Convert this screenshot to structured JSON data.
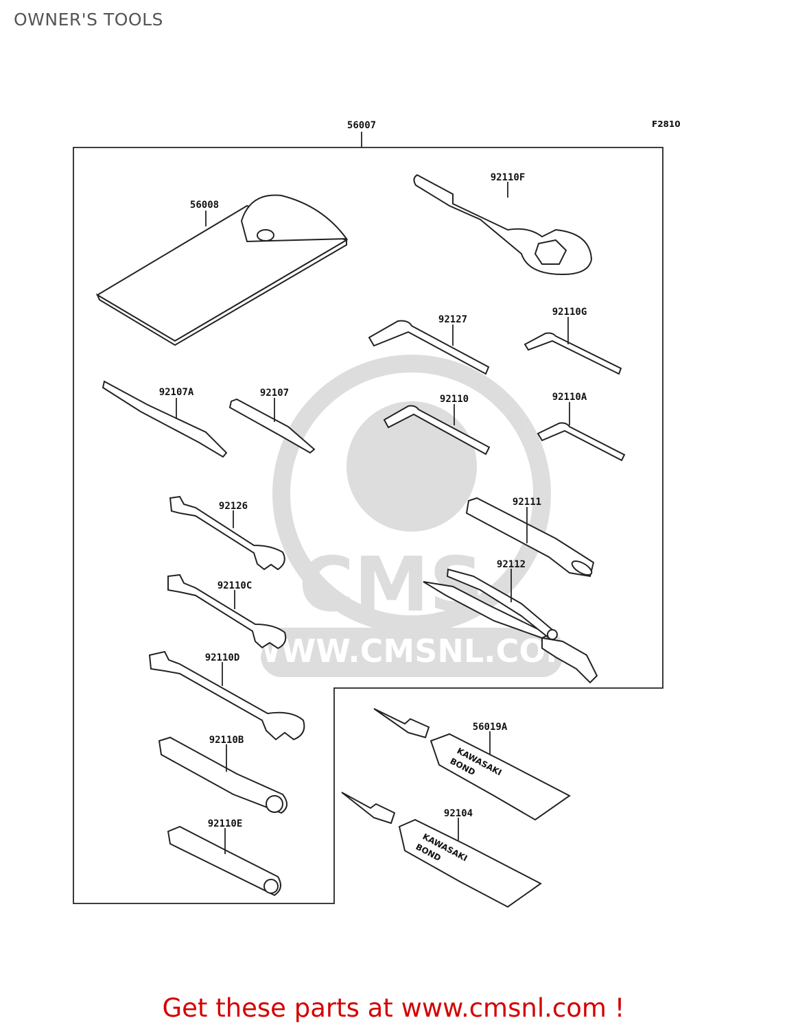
{
  "header": {
    "title": "OWNER'S TOOLS"
  },
  "diagram": {
    "figure_code": "F2810",
    "assembly_label": "56007",
    "watermark": {
      "text_big": "CMS",
      "text_url": "WWW.CMSNL.COM"
    },
    "parts": [
      {
        "id": "56008",
        "label": "56008"
      },
      {
        "id": "92110F",
        "label": "92110F"
      },
      {
        "id": "92127",
        "label": "92127"
      },
      {
        "id": "92110G",
        "label": "92110G"
      },
      {
        "id": "92107A",
        "label": "92107A"
      },
      {
        "id": "92107",
        "label": "92107"
      },
      {
        "id": "92110",
        "label": "92110"
      },
      {
        "id": "92110A",
        "label": "92110A"
      },
      {
        "id": "92126",
        "label": "92126"
      },
      {
        "id": "92111",
        "label": "92111"
      },
      {
        "id": "92110C",
        "label": "92110C"
      },
      {
        "id": "92112",
        "label": "92112"
      },
      {
        "id": "92110D",
        "label": "92110D"
      },
      {
        "id": "56019A",
        "label": "56019A"
      },
      {
        "id": "92110B",
        "label": "92110B"
      },
      {
        "id": "92104",
        "label": "92104"
      },
      {
        "id": "92110E",
        "label": "92110E"
      }
    ],
    "tube_text": [
      "KAWASAKI",
      "BOND"
    ]
  },
  "footer": {
    "cta": "Get these parts at www.cmsnl.com !"
  }
}
